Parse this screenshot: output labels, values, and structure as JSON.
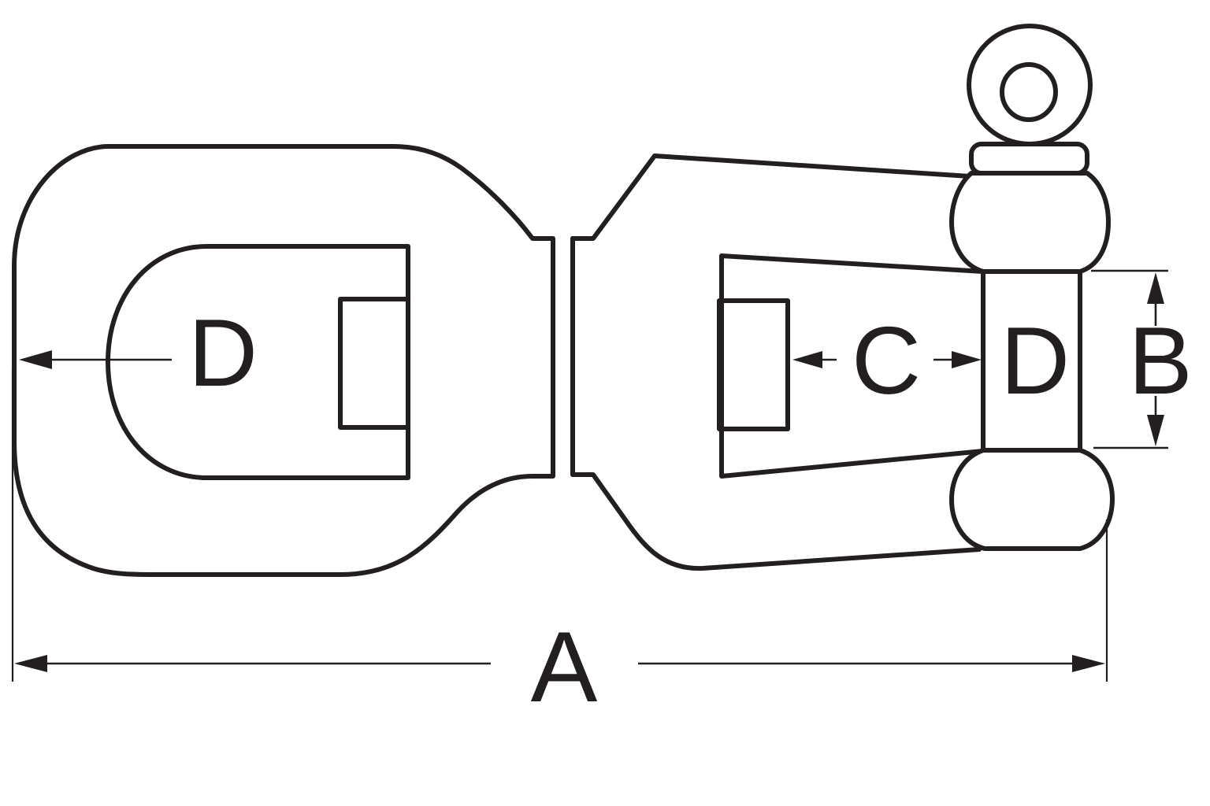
{
  "diagram": {
    "title": "swivel-jaw-and-eye-dimension-drawing",
    "labels": {
      "overall_length": "A",
      "pin_diameter": "B",
      "jaw_opening": "C",
      "eye_inner_diameter": "D",
      "jaw_inner_diameter": "D"
    },
    "colors": {
      "line": "#231f20",
      "background": "#ffffff"
    }
  }
}
